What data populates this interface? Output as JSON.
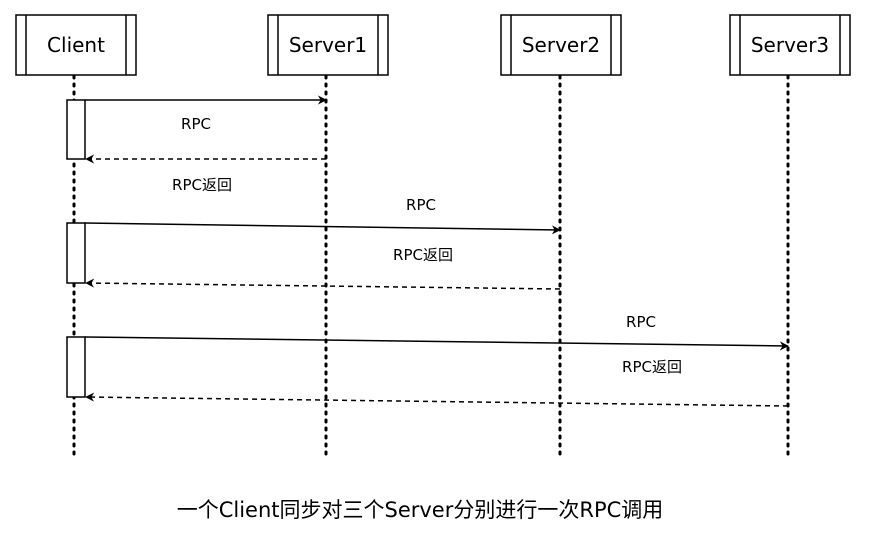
{
  "participants": [
    {
      "name": "Client"
    },
    {
      "name": "Server1"
    },
    {
      "name": "Server2"
    },
    {
      "name": "Server3"
    }
  ],
  "messages": [
    {
      "from": "Client",
      "to": "Server1",
      "kind": "call",
      "label": "RPC"
    },
    {
      "from": "Server1",
      "to": "Client",
      "kind": "return",
      "label": "RPC返回"
    },
    {
      "from": "Client",
      "to": "Server2",
      "kind": "call",
      "label": "RPC"
    },
    {
      "from": "Server2",
      "to": "Client",
      "kind": "return",
      "label": "RPC返回"
    },
    {
      "from": "Client",
      "to": "Server3",
      "kind": "call",
      "label": "RPC"
    },
    {
      "from": "Server3",
      "to": "Client",
      "kind": "return",
      "label": "RPC返回"
    }
  ],
  "caption": "一个Client同步对三个Server分别进行一次RPC调用"
}
